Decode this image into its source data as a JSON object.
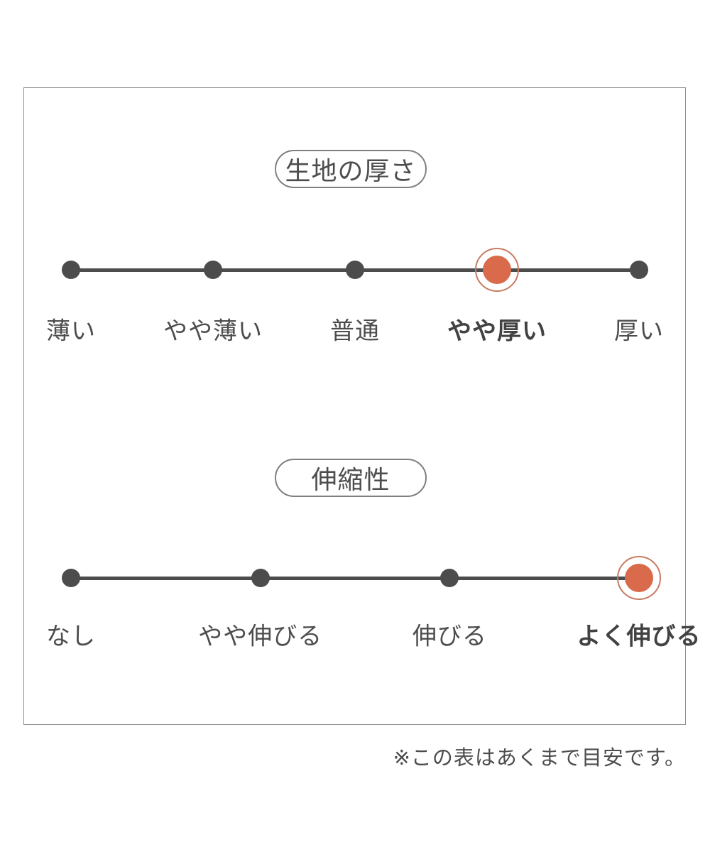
{
  "colors": {
    "background": "#ffffff",
    "frame_border": "#8d8d8d",
    "pill_border": "#7f7f7f",
    "ink": "#4c4c4c",
    "ink_text": "#4d4d4d",
    "accent": "#d96a4b",
    "accent_ring": "#c87a60"
  },
  "footnote": "※この表はあくまで目安です。",
  "chart_data": [
    {
      "type": "line",
      "variant": "rating-scale",
      "title": "生地の厚さ",
      "categories": [
        "薄い",
        "やや薄い",
        "普通",
        "やや厚い",
        "厚い"
      ],
      "selected_index": 3,
      "selected_label": "やや厚い",
      "num_levels": 5,
      "legend": "none",
      "grid": false
    },
    {
      "type": "line",
      "variant": "rating-scale",
      "title": "伸縮性",
      "categories": [
        "なし",
        "やや伸びる",
        "伸びる",
        "よく伸びる"
      ],
      "selected_index": 3,
      "selected_label": "よく伸びる",
      "num_levels": 4,
      "legend": "none",
      "grid": false
    }
  ]
}
